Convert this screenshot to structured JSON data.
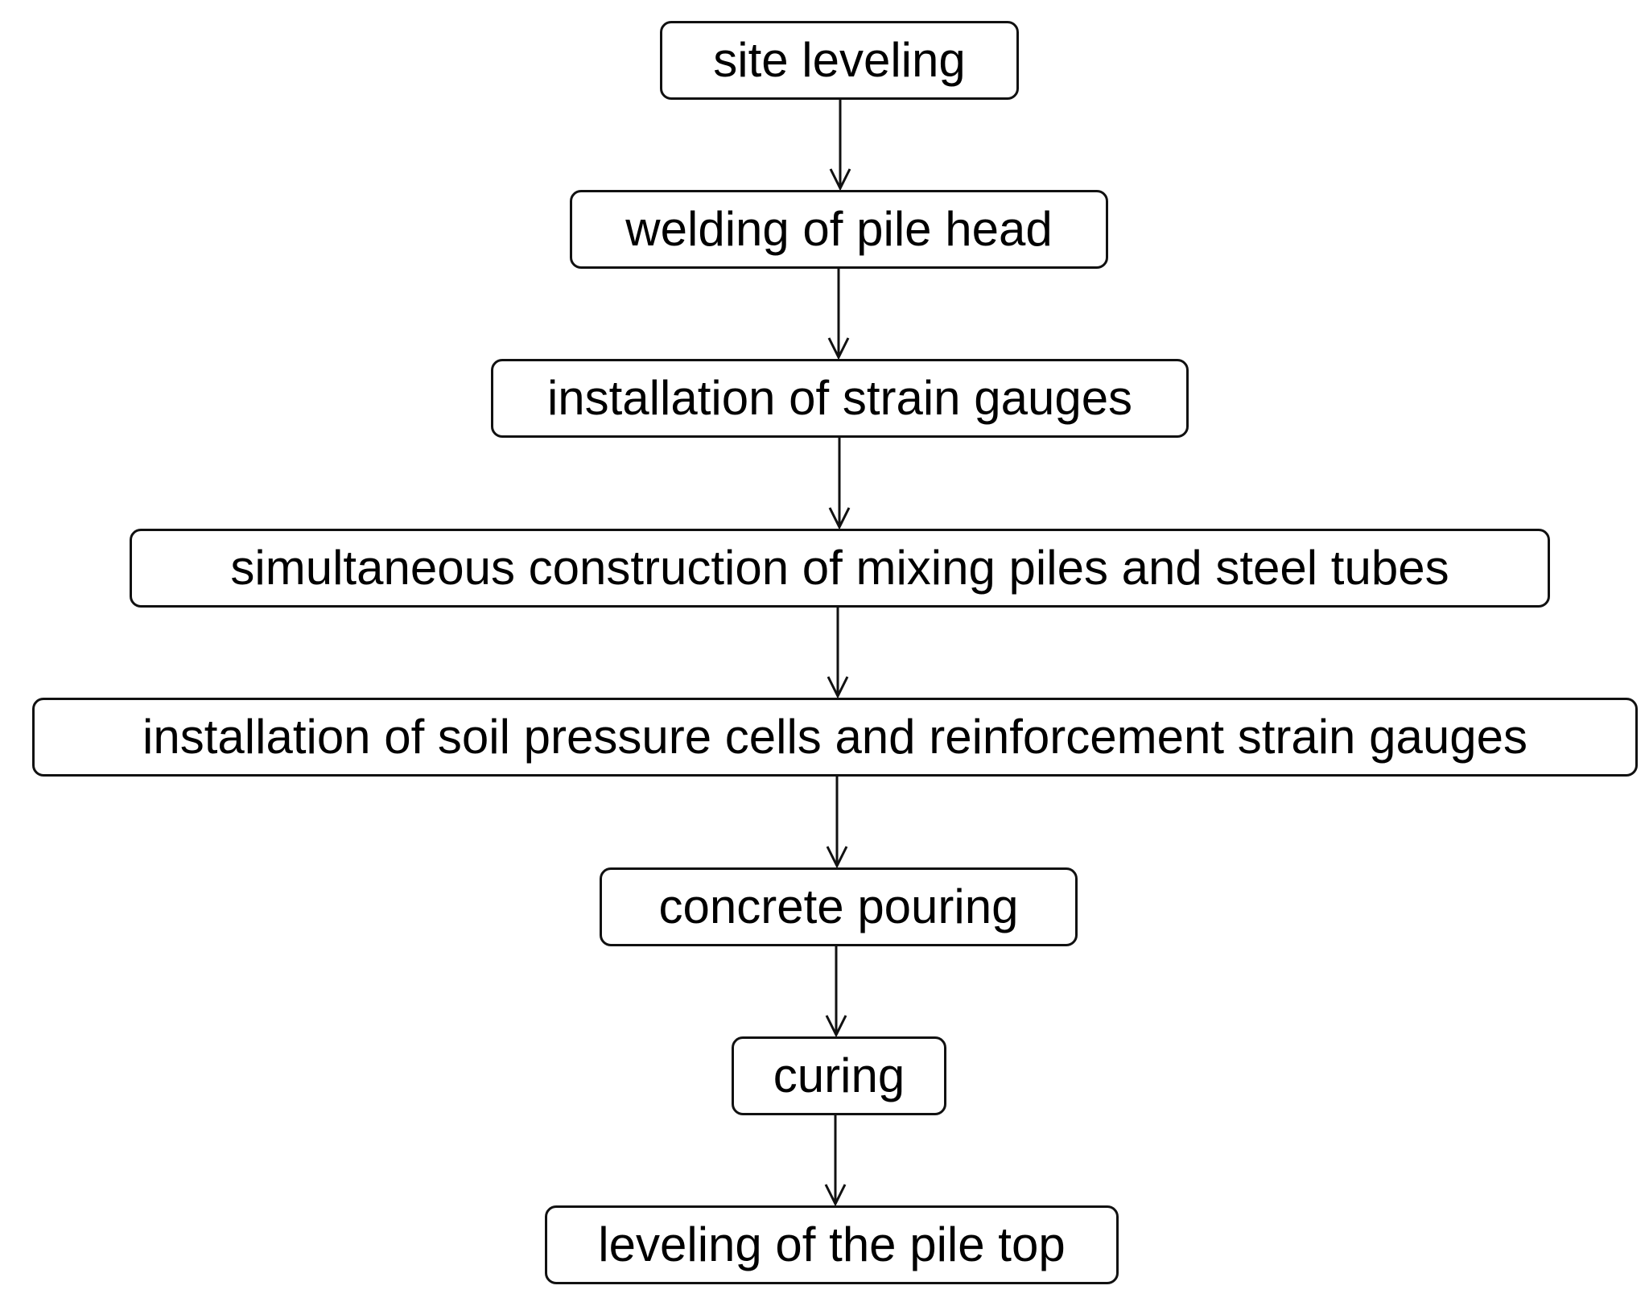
{
  "flowchart": {
    "steps": [
      "site leveling",
      "welding of pile head",
      "installation of strain gauges",
      "simultaneous construction of mixing piles and steel tubes",
      "installation of soil pressure cells and reinforcement strain gauges",
      "concrete pouring",
      "curing",
      "leveling of the pile top"
    ]
  },
  "colors": {
    "line": "#111111",
    "background": "#ffffff",
    "text": "#000000"
  }
}
